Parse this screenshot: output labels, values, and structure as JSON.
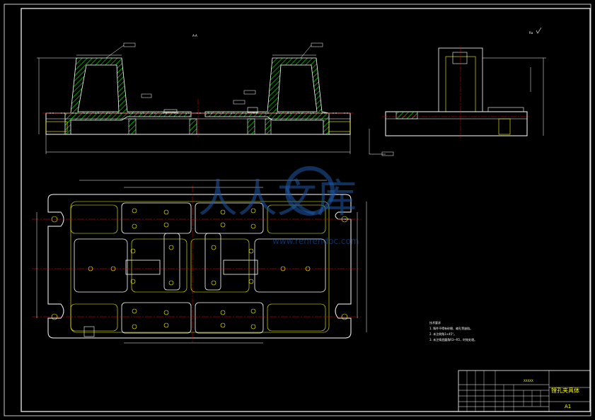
{
  "section_label": "A-A",
  "surface_mark": "Ra",
  "title_block": {
    "part_name": "镗孔夹具体",
    "sheet_size": "A1",
    "drawing_no": "XXXXX"
  },
  "notes": [
    "技术要求",
    "1. 铸件不得有砂眼、缩孔等缺陷。",
    "2. 未注倒角1×45°。",
    "3. 未注铸造圆角R3~R5，时效处理。"
  ],
  "watermark": {
    "logo_text": "人人文库",
    "url_text": "www.renrendoc.com"
  },
  "colors": {
    "background": "#000000",
    "outline": "#ffffff",
    "hatch": "#00ff00",
    "center_line": "#ff0000",
    "dimension": "#ffffff",
    "hidden": "#ffff00"
  }
}
